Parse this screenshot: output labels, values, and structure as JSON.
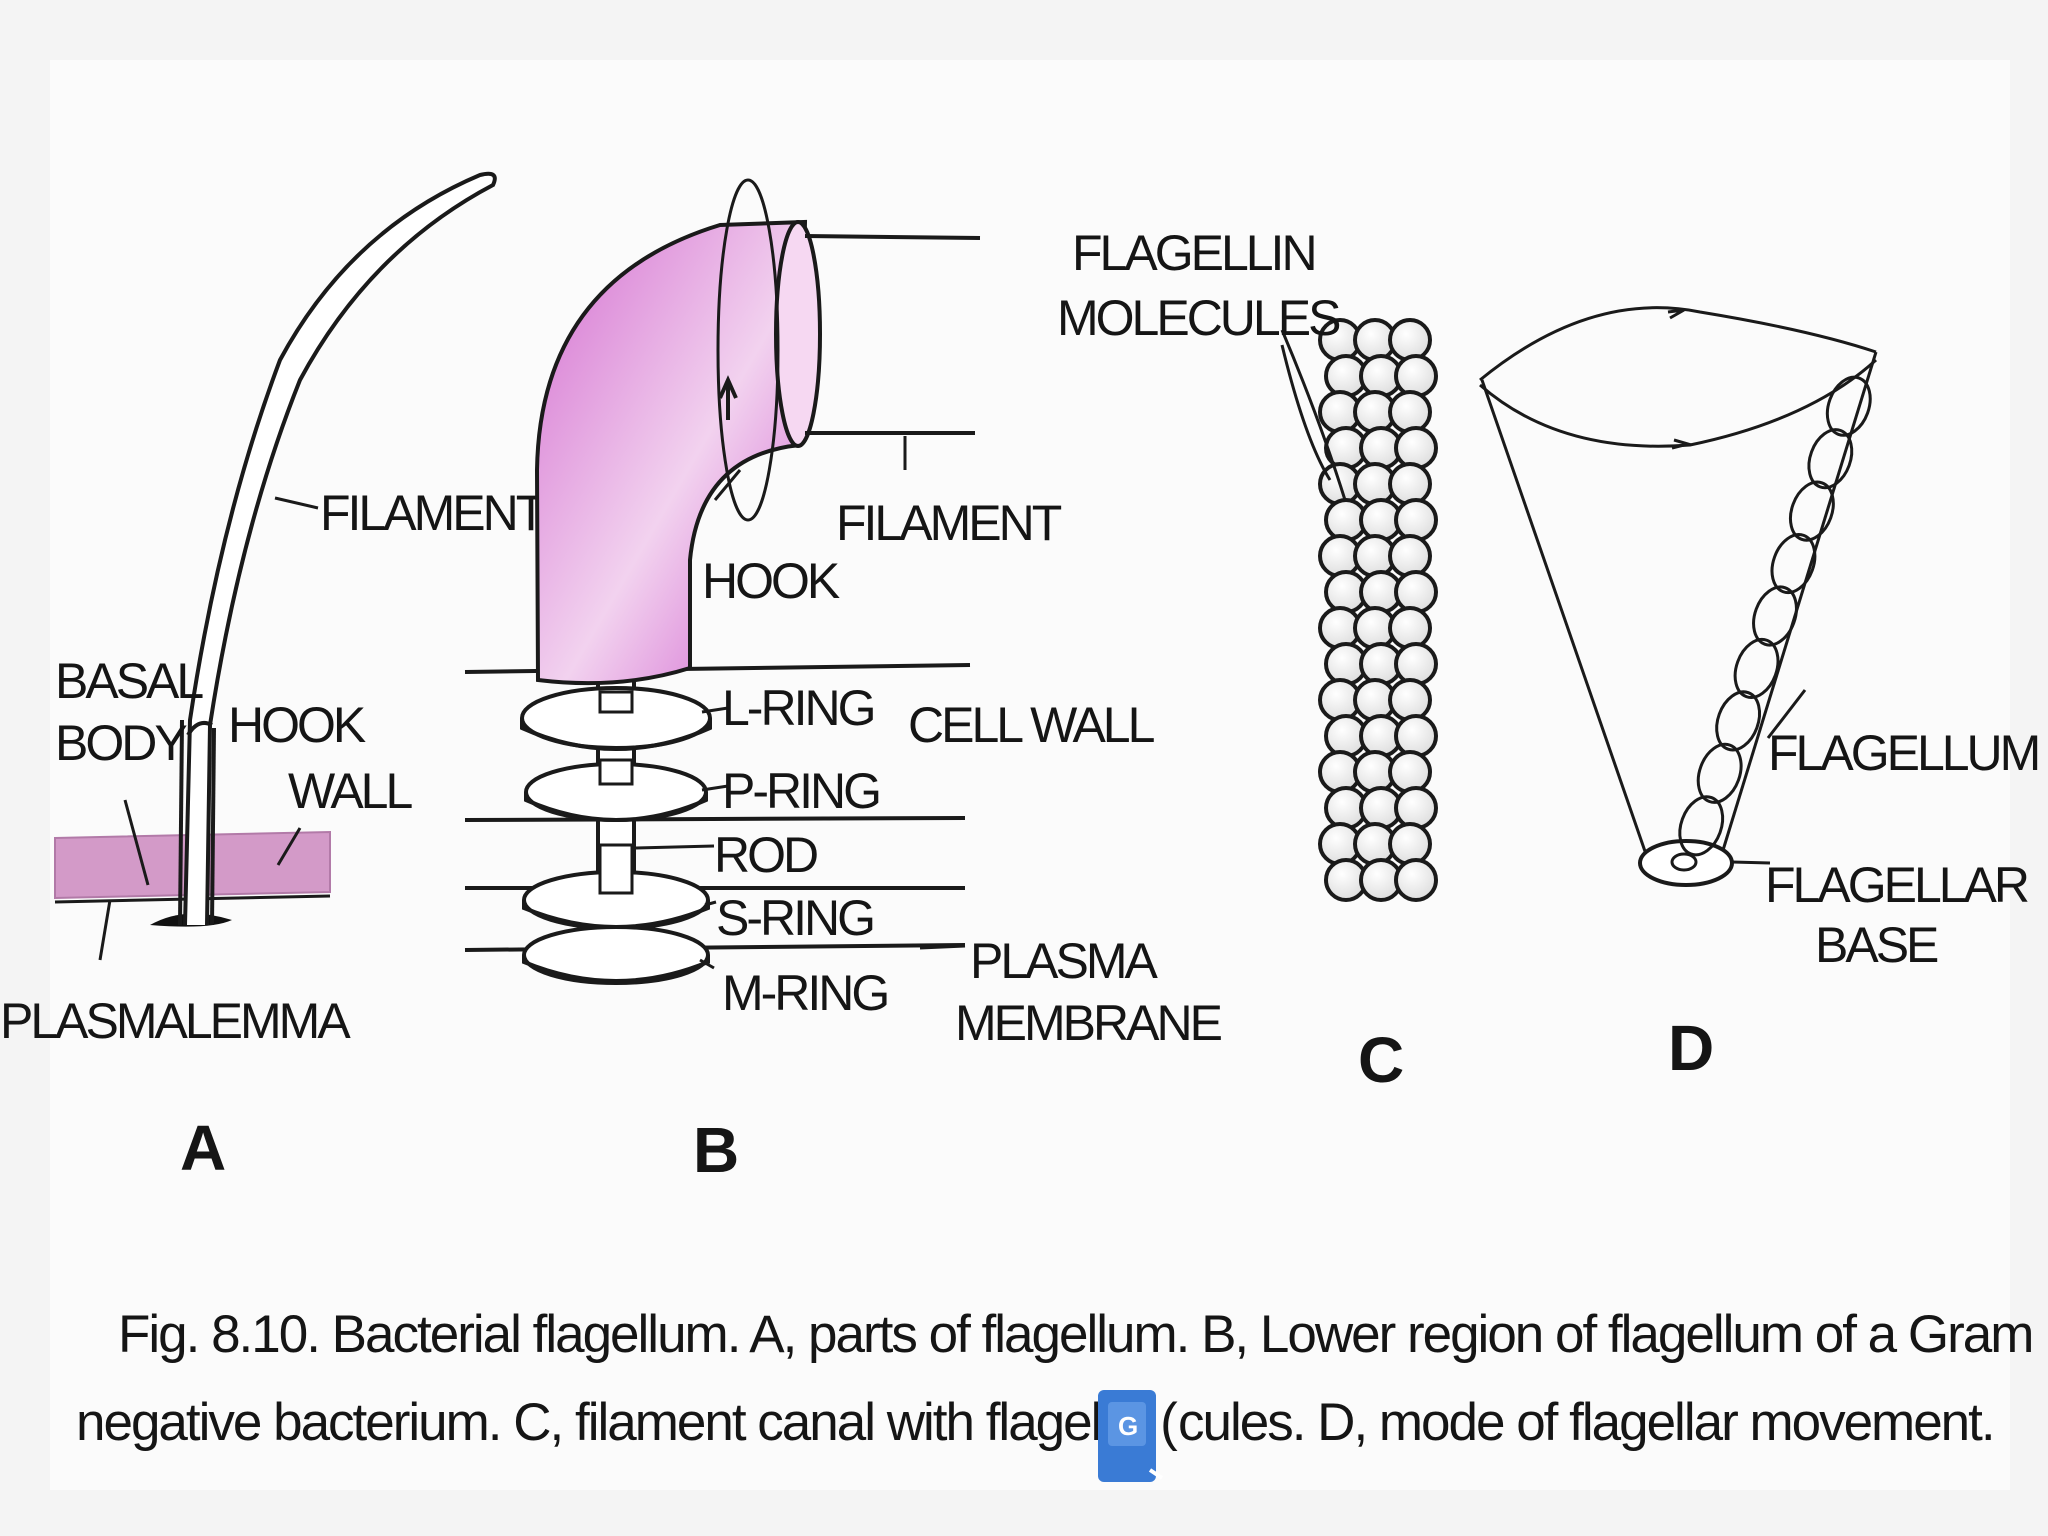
{
  "colors": {
    "background": "#f4f4f4",
    "figure_bg": "#fbfbfb",
    "ink": "#1a1a1a",
    "hook_pink": "#d879d2",
    "membrane_pink": "#d39ac8",
    "badge_blue": "#3a7bd5"
  },
  "panel_a": {
    "letter": "A",
    "labels": {
      "filament": "FILAMENT",
      "basal": "BASAL",
      "body": "BODY",
      "hook": "HOOK",
      "wall": "WALL",
      "plasmalemma": "PLASMALEMMA"
    }
  },
  "panel_b": {
    "letter": "B",
    "labels": {
      "hook": "HOOK",
      "filament": "FILAMENT",
      "l_ring": "L-RING",
      "p_ring": "P-RING",
      "rod": "ROD",
      "s_ring": "S-RING",
      "m_ring": "M-RING",
      "cell_wall": "CELL WALL",
      "plasma": "PLASMA",
      "membrane": "MEMBRANE"
    }
  },
  "panel_c": {
    "letter": "C",
    "labels": {
      "flagellin": "FLAGELLIN",
      "molecules": "MOLECULES"
    }
  },
  "panel_d": {
    "letter": "D",
    "labels": {
      "flagellum": "FLAGELLUM",
      "flagellar": "FLAGELLAR",
      "base": "BASE"
    }
  },
  "caption": {
    "line1": "Fig. 8.10. Bacterial flagellum. A, parts of flagellum. B, Lower region of flagellum of a Gram",
    "line2_left": "negative bacterium. C, filament canal with flagellin (",
    "line2_right": "cules. D, mode of flagellar movement."
  },
  "overlay_icon": "google-lens-icon"
}
